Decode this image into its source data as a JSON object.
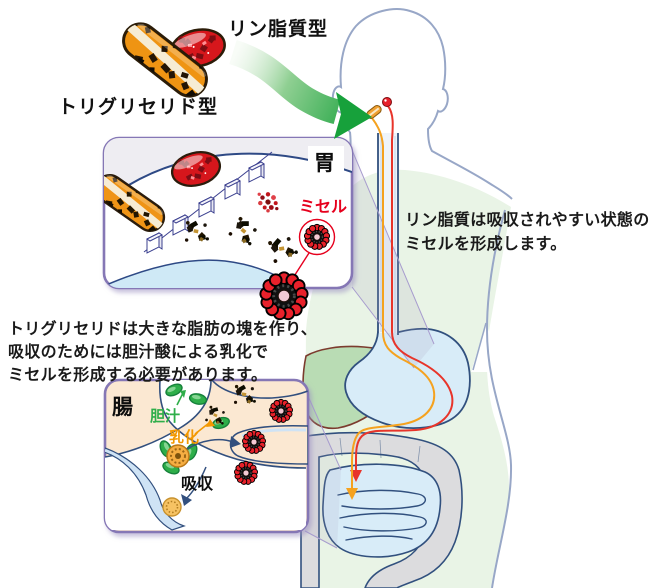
{
  "labels": {
    "phospholipid_type": "リン脂質型",
    "triglyceride_type": "トリグリセリド型"
  },
  "stomach_inset": {
    "organ": "胃",
    "micelle": "ミセル"
  },
  "intestine_inset": {
    "organ": "腸",
    "bile": "胆汁",
    "emulsification": "乳化",
    "absorption": "吸収"
  },
  "notes": {
    "phospholipid_line1": "リン脂質は吸収されやすい状態の",
    "phospholipid_highlight": "ミセル",
    "phospholipid_line2_rest": "を形成します。",
    "triglyceride_line1": "トリグリセリドは大きな脂肪の塊を作り、",
    "triglyceride_line2": "吸収のためには胆汁酸による乳化で",
    "triglyceride_highlight": "ミセル",
    "triglyceride_line3_rest": "を形成する必要があります。"
  },
  "colors": {
    "accent_red": "#e6001f",
    "bile_green": "#2fae4a",
    "emulsify_orange": "#f39800",
    "arrow_green": "#17a13b",
    "inset_border": "#8577b5",
    "intestine_bg": "#fbe8d2",
    "body_outline": "#98a7c7",
    "organ_outline": "#31507e",
    "organ_blue": "#d8ecf8",
    "colon_gray": "#dcdcde",
    "liver_green": "#b9dcb4",
    "capsule_orange": "#ef9413",
    "capsule_red": "#d6171c"
  }
}
